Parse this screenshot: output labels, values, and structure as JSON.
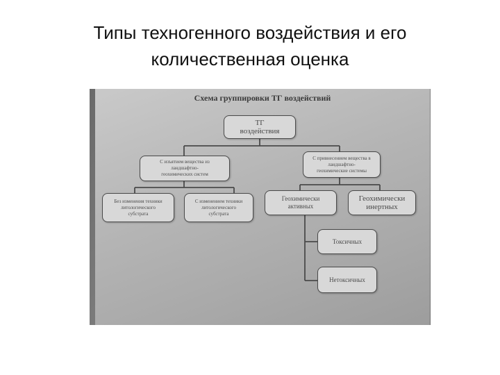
{
  "slide": {
    "title_line1": "Типы техногенного воздействия и его",
    "title_line2": "количественная оценка"
  },
  "scheme": {
    "heading": "Схема группировки ТГ воздействий",
    "root": {
      "line1": "ТГ",
      "line2": "воздействия"
    },
    "left_branch": {
      "line1": "С изъятием вещества из",
      "line2": "ландшафтно-",
      "line3": "геохимических систем"
    },
    "right_branch": {
      "line1": "С привнесением вещества в",
      "line2": "ландшафтно-",
      "line3": "геохимические системы"
    },
    "leaf_1": {
      "line1": "Без изменения техники",
      "line2": "литологического",
      "line3": "субстрата"
    },
    "leaf_2": {
      "line1": "С изменением техники",
      "line2": "литологического",
      "line3": "субстрата"
    },
    "active": {
      "line1": "Геохимически",
      "line2": "активных"
    },
    "inert": {
      "line1": "Геохимически",
      "line2": "инертных"
    },
    "toxic": "Токсичных",
    "nontoxic": "Нетоксичных"
  },
  "colors": {
    "photo_frame": "#707070",
    "paper": "#b8b8b8",
    "box_fill": "#d8d8d8",
    "ink": "#4a4a4a"
  }
}
